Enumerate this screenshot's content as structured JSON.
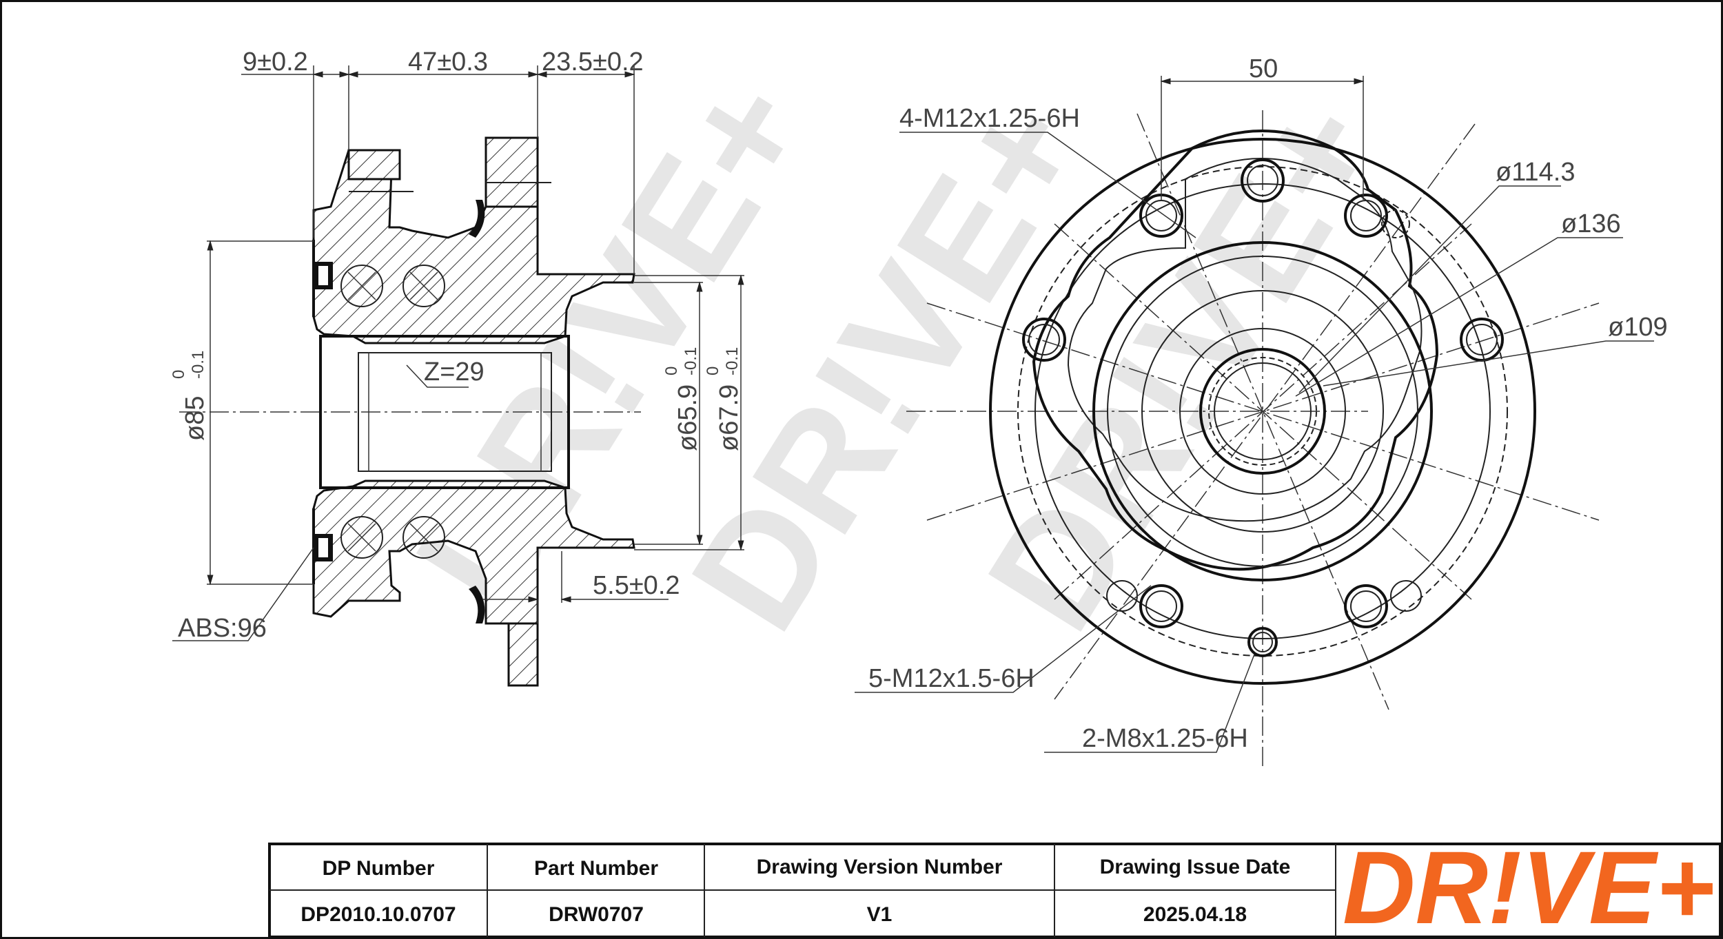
{
  "side_view": {
    "dims": {
      "width_a": "9±0.2",
      "width_b": "47±0.3",
      "width_c": "23.5±0.2",
      "flange": "5.5±0.2",
      "splines": "Z=29",
      "abs": "ABS:96"
    },
    "diameters": {
      "outer_main": "ø85",
      "outer_tol_up": "0",
      "outer_tol_low": "-0.1",
      "bore_a": "ø65.9",
      "bore_a_tol_up": "0",
      "bore_a_tol_low": "-0.1",
      "bore_b": "ø67.9",
      "bore_b_tol_up": "0",
      "bore_b_tol_low": "-0.1"
    }
  },
  "front_view": {
    "dims": {
      "pitch": "50",
      "thread_a": "4-M12x1.25-6H",
      "pcd": "ø114.3",
      "dia_136": "ø136",
      "dia_109": "ø109",
      "thread_b": "5-M12x1.5-6H",
      "thread_c": "2-M8x1.25-6H"
    }
  },
  "watermark": "DR!VE+",
  "title_block": {
    "headers": [
      "DP Number",
      "Part Number",
      "Drawing Version Number",
      "Drawing Issue Date"
    ],
    "values": [
      "DP2010.10.0707",
      "DRW0707",
      "V1",
      "2025.04.18"
    ],
    "logo": "DR!VE+"
  },
  "colors": {
    "logo": "#f2661f",
    "line": "#222222",
    "watermark": "#e6e6e6"
  }
}
